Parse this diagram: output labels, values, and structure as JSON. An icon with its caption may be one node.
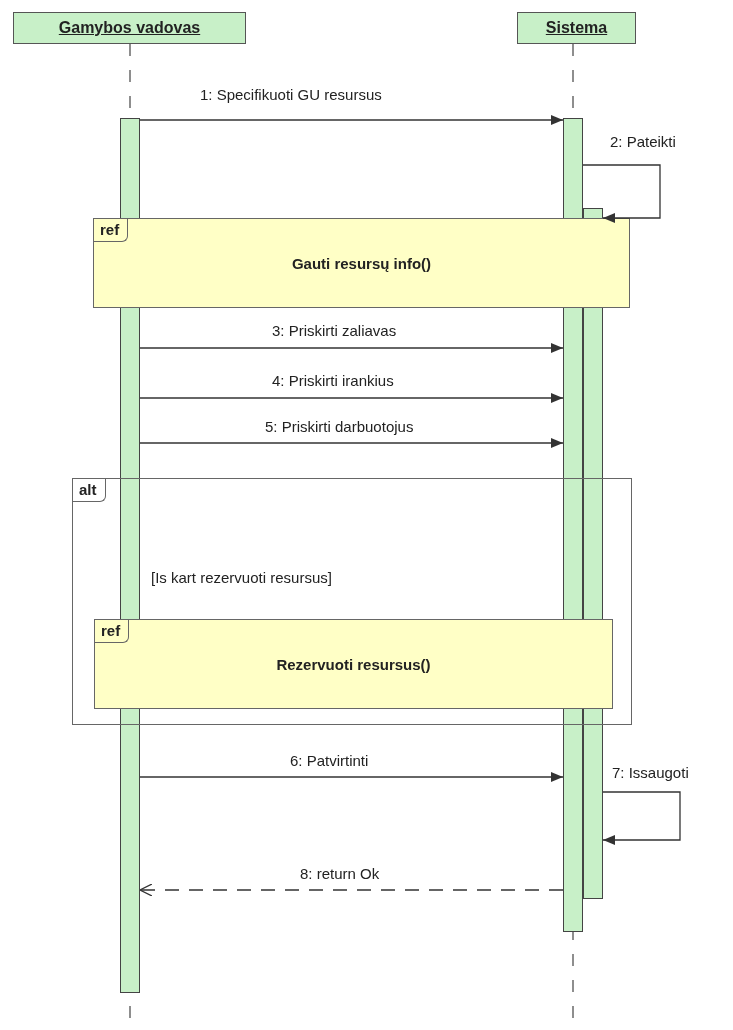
{
  "diagram": {
    "nodes": [
      {
        "text": [
          "Gamybos vadovas"
        ]
      },
      {
        "text": [
          "Sistema"
        ]
      },
      {
        "text": [],
        "shape": "bar"
      },
      {
        "text": [],
        "shape": "bar"
      },
      {
        "text": [],
        "shape": "bar"
      },
      {
        "text": [
          "ref",
          "Gauti resursų info()"
        ]
      },
      {
        "text": [
          "alt",
          "[Is kart rezervuoti resursus]"
        ]
      },
      {
        "text": [
          "ref",
          "Rezervuoti resursus()"
        ],
        "in": 6
      }
    ],
    "edges": [
      {
        "from": 2,
        "to": 3,
        "arrow": "to",
        "label": "1: Specifikuoti GU resursus"
      },
      {
        "from": 3,
        "to": 4,
        "arrow": "to",
        "label": "2: Pateikti"
      },
      {
        "from": 2,
        "to": 3,
        "arrow": "to",
        "label": "3: Priskirti zaliavas"
      },
      {
        "from": 2,
        "to": 3,
        "arrow": "to",
        "label": "4: Priskirti irankius"
      },
      {
        "from": 2,
        "to": 3,
        "arrow": "to",
        "label": "5: Priskirti darbuotojus"
      },
      {
        "from": 2,
        "to": 3,
        "arrow": "to",
        "label": "6: Patvirtinti"
      },
      {
        "from": 4,
        "to": 4,
        "arrow": "to",
        "label": "7: Issaugoti"
      },
      {
        "from": 3,
        "to": 2,
        "arrow": "to",
        "label": "8: return Ok",
        "style": "dashed"
      }
    ]
  }
}
